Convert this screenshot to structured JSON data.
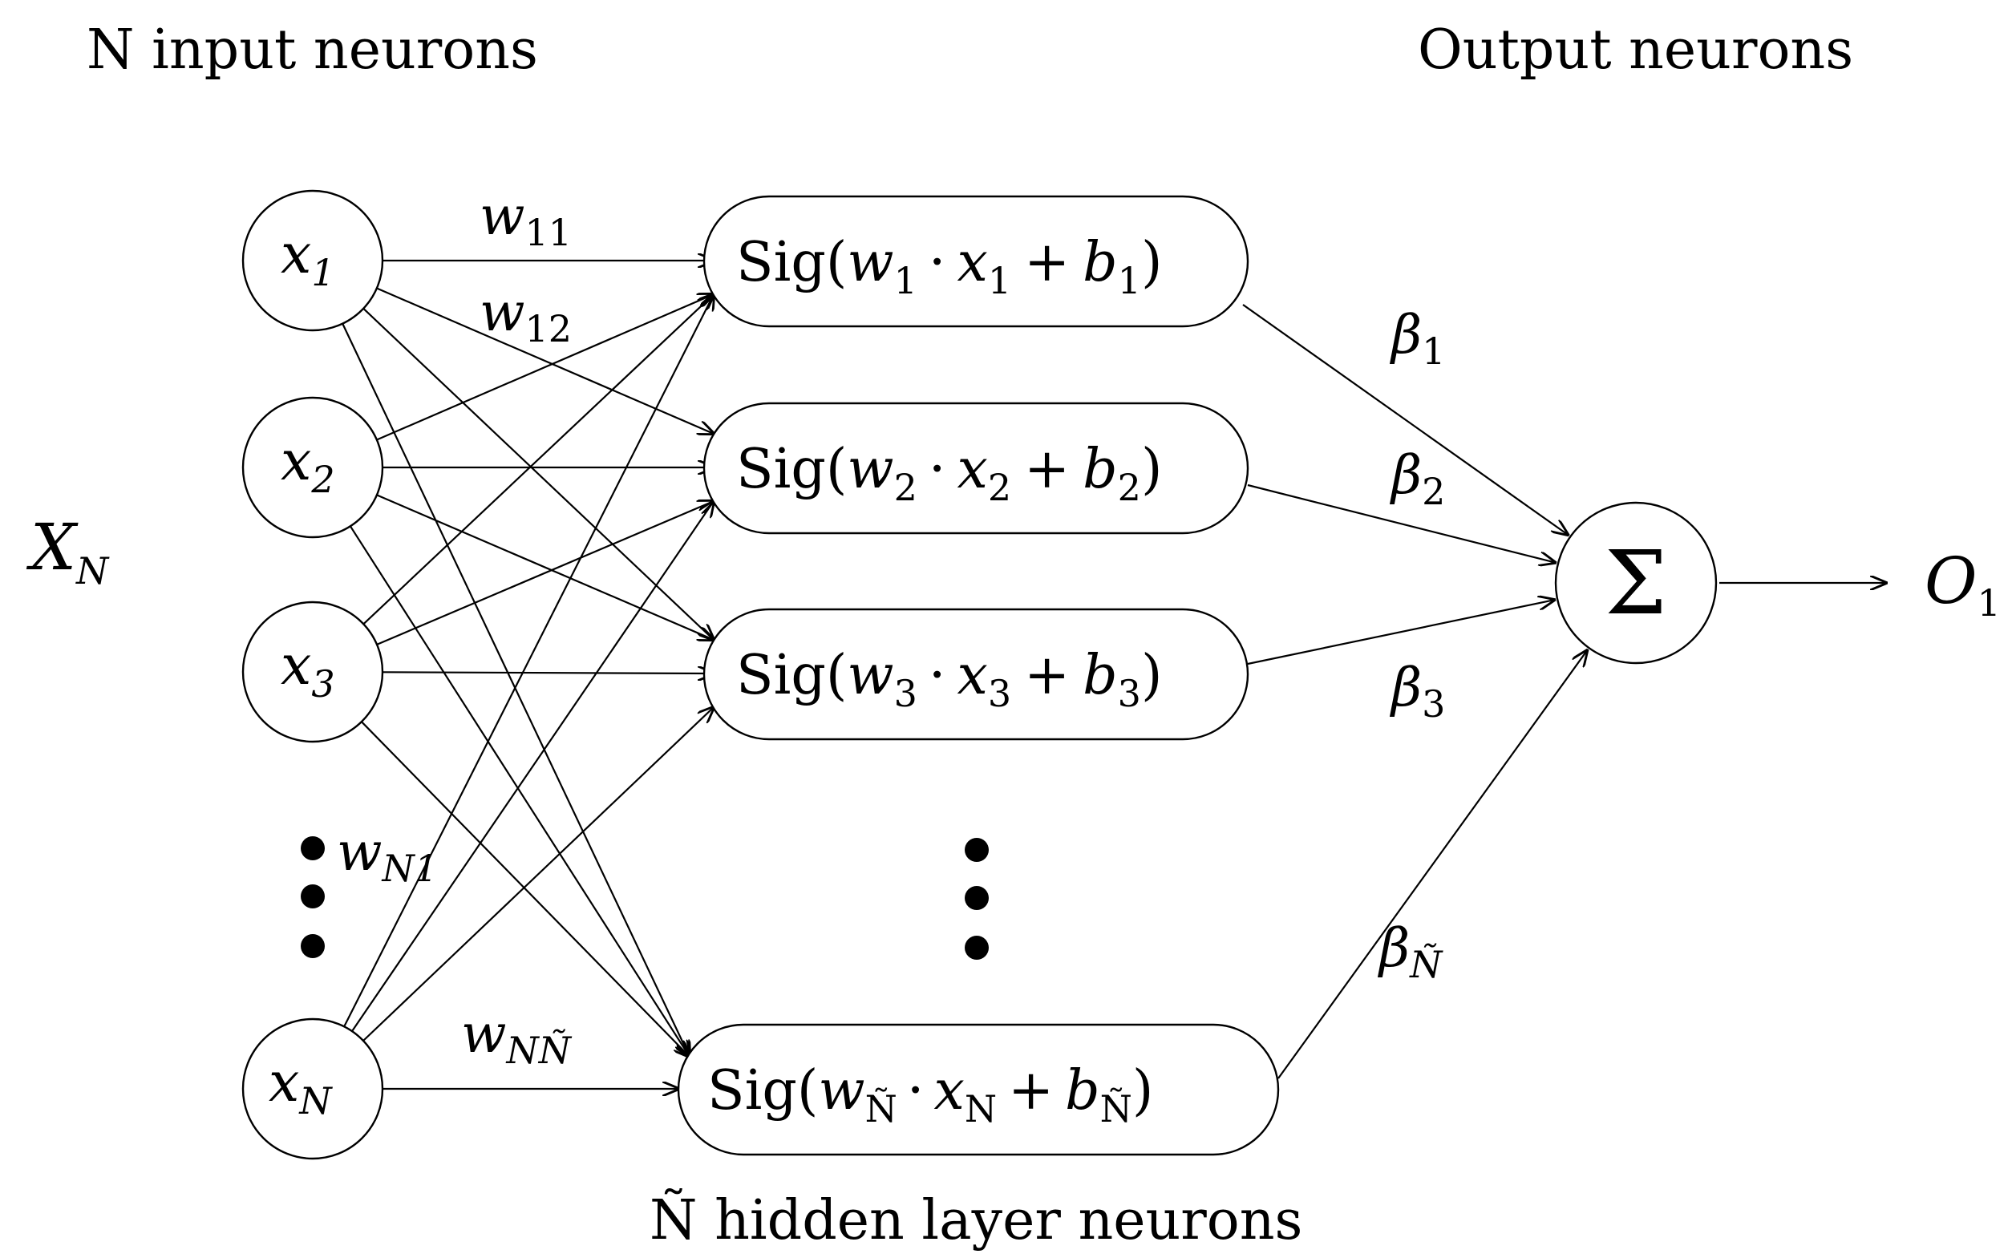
{
  "headings": {
    "input_layer": "N input neurons",
    "output_layer": "Output neurons",
    "hidden_layer": "Ñ hidden layer neurons"
  },
  "input_vector_label": {
    "base": "X",
    "sub": "N"
  },
  "input_nodes": [
    {
      "base": "x",
      "sub": "1"
    },
    {
      "base": "x",
      "sub": "2"
    },
    {
      "base": "x",
      "sub": "3"
    },
    {
      "base": "x",
      "sub": "N"
    }
  ],
  "hidden_nodes": [
    {
      "pre": "Sig(",
      "w_sub": "1",
      "x_sub": "1",
      "b_sub": "1"
    },
    {
      "pre": "Sig(",
      "w_sub": "2",
      "x_sub": "2",
      "b_sub": "2"
    },
    {
      "pre": "Sig(",
      "w_sub": "3",
      "x_sub": "3",
      "b_sub": "3"
    },
    {
      "pre": "Sig(",
      "w_sub": "Ñ",
      "x_sub": "N",
      "b_sub": "Ñ"
    }
  ],
  "hidden_formula_parts": {
    "w": "w",
    "dot": "·",
    "x": "x",
    "plus": "+",
    "b": "b",
    "close": ")"
  },
  "weight_labels": [
    {
      "base": "w",
      "sub": "11"
    },
    {
      "base": "w",
      "sub": "12"
    },
    {
      "base": "w",
      "sub": "N1"
    },
    {
      "base": "w",
      "sub": "NÑ"
    }
  ],
  "output_weight_labels": [
    {
      "base": "β",
      "sub": "1"
    },
    {
      "base": "β",
      "sub": "2"
    },
    {
      "base": "β",
      "sub": "3"
    },
    {
      "base": "β",
      "sub": "Ñ"
    }
  ],
  "sum_node": {
    "symbol": "Σ"
  },
  "output_label": {
    "base": "O",
    "sub": "1"
  },
  "colors": {
    "stroke": "#000000",
    "background": "#ffffff"
  }
}
